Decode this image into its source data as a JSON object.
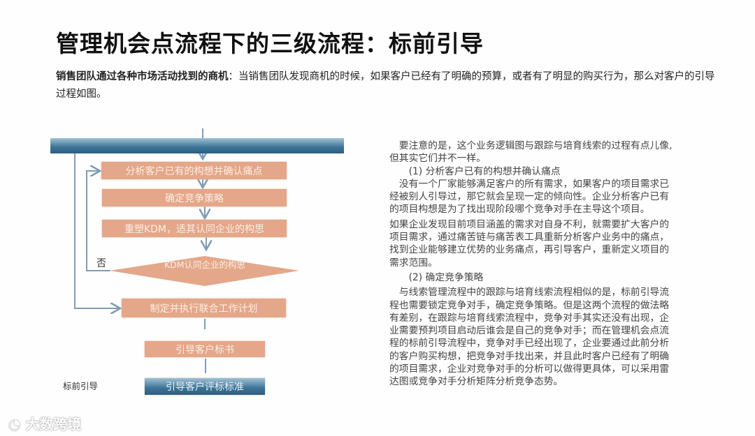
{
  "title": "管理机会点流程下的三级流程：标前引导",
  "intro": {
    "bold": "销售团队通过各种市场活动找到的商机",
    "text": "：当销售团队发现商机的时候，如果客户已经有了明确的预算，或者有了明显的购买行为，那么对客户的引导过程如图。"
  },
  "flow": {
    "steps": [
      "分析客户已有的构想并确认痛点",
      "确定竞争策略",
      "重塑KDM，适其认同企业的构思"
    ],
    "decision": "KDM认同企业的构思",
    "no_label": "否",
    "after": [
      "制定并执行联合工作计划",
      "引导客户标书",
      "引导客户评标标准"
    ],
    "stage_label": "标前引导",
    "colors": {
      "box": "#e4a789",
      "bar": "#3c7396",
      "line": "#7f9db5"
    }
  },
  "right_text": [
    "　要注意的是，这个业务逻辑图与跟踪与培育线索的过程有点儿像,",
    "但其实它们并不一样。",
    "　　(1) 分析客户已有的构想并确认痛点",
    "　没有一个厂家能够满足客户的所有需求，如果客户的项目需求已",
    "经被别人引导过，那它就会呈现一定的倾向性。企业分析客户已有",
    "的项目构想是为了找出现阶段哪个竞争对手在主导这个项目。",
    "如果企业发现目前项目涵盖的需求对自身不利，就需要扩大客户的",
    "项目需求，通过痛苦链与痛苦表工具重新分析客户业务中的痛点，",
    "找到企业能够建立优势的业务痛点，再引导客户，重新定义项目的",
    "需求范围。",
    "　　(2) 确定竞争策略",
    "　与线索管理流程中的跟踪与培育线索流程相似的是，标前引导流",
    "程也需要锁定竞争对手，确定竞争策略。但是这两个流程的做法略",
    "有差别，在跟踪与培育线索流程中，竞争对手其实还没有出现，企",
    "业需要预判项目启动后谁会是自己的竞争对手；而在管理机会点流",
    "程的标前引导流程中，竞争对手已经出现了，企业要通过此前分析",
    "的客户购买构想，把竞争对手找出来，并且此时客户已经有了明确",
    "的项目需求，企业对竞争对手的分析可以做得更具体，可以采用雷",
    "达图或竞争对手分析矩阵分析竞争态势。"
  ],
  "watermark": "大数跨境"
}
